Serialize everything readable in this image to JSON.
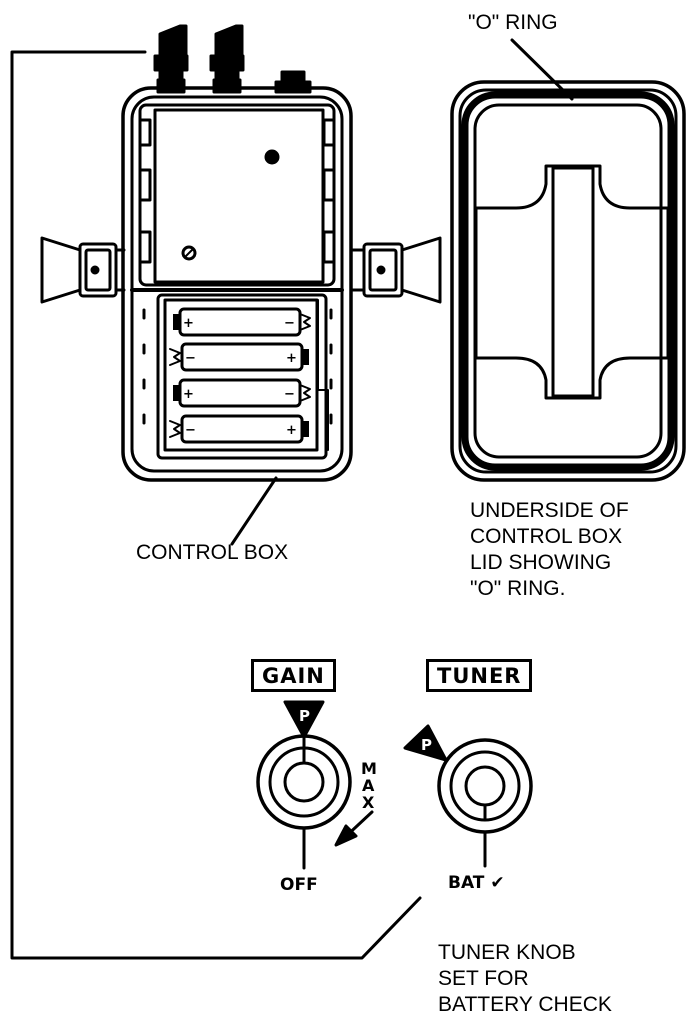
{
  "labels": {
    "o_ring": "\"O\" RING",
    "control_box": "CONTROL BOX",
    "lid_caption": [
      "UNDERSIDE OF",
      "CONTROL BOX",
      "LID SHOWING",
      "\"O\" RING."
    ],
    "tuner_caption": [
      "TUNER KNOB",
      "SET FOR",
      "BATTERY CHECK"
    ]
  },
  "knobs": {
    "gain": {
      "title": "GAIN",
      "pointer": "P",
      "bottom": "OFF",
      "side": [
        "M",
        "A",
        "X"
      ]
    },
    "tuner": {
      "title": "TUNER",
      "pointer": "P",
      "bottom": "BAT",
      "check": "✔"
    }
  },
  "batteries": [
    {
      "left": "+",
      "right": "−"
    },
    {
      "left": "−",
      "right": "+"
    },
    {
      "left": "+",
      "right": "−"
    },
    {
      "left": "−",
      "right": "+"
    }
  ],
  "colors": {
    "ink": "#000000",
    "paper": "#ffffff"
  }
}
